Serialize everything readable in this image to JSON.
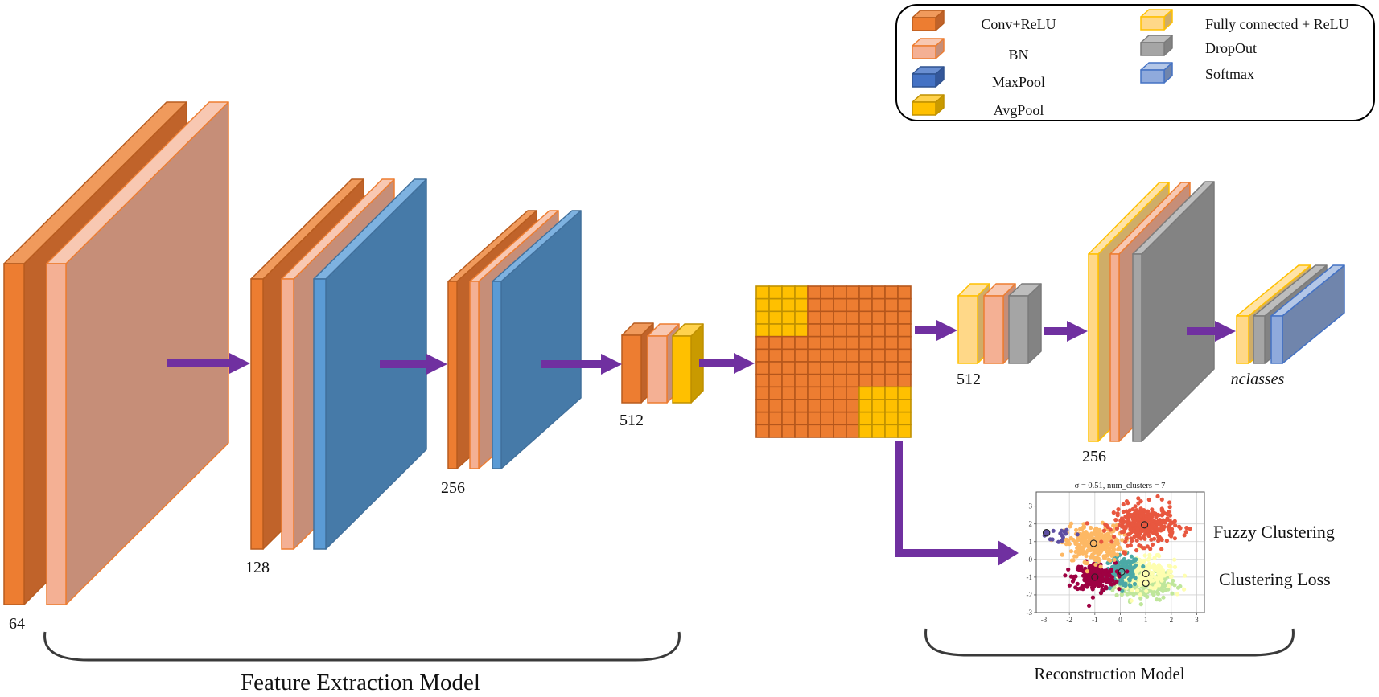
{
  "legend": {
    "items": [
      {
        "label": "Conv+ReLU",
        "type": "conv",
        "icon": "conv-relu-block-icon"
      },
      {
        "label": "BN",
        "type": "bn",
        "icon": "batchnorm-block-icon"
      },
      {
        "label": "MaxPool",
        "type": "maxpool",
        "icon": "maxpool-block-icon"
      },
      {
        "label": "AvgPool",
        "type": "avgpool",
        "icon": "avgpool-block-icon"
      },
      {
        "label": "Fully connected + ReLU",
        "type": "fc",
        "icon": "fully-connected-block-icon"
      },
      {
        "label": "DropOut",
        "type": "dropout",
        "icon": "dropout-block-icon"
      },
      {
        "label": "Softmax",
        "type": "softmax",
        "icon": "softmax-block-icon"
      }
    ]
  },
  "colors": {
    "conv": {
      "front": "#ed7d31",
      "side": "#c0632a",
      "top": "#f09a5c",
      "stroke": "#b85c1f"
    },
    "bn": {
      "front": "#f4b094",
      "side": "#c68e78",
      "top": "#f8c8b2",
      "stroke": "#ed7d31"
    },
    "maxpool": {
      "front": "#5b9bd5",
      "side": "#467aa8",
      "top": "#7eb2e0",
      "stroke": "#41709c"
    },
    "maxpool_legend": {
      "front": "#4472c4",
      "side": "#34579a",
      "top": "#6a8fd2",
      "stroke": "#2f528f"
    },
    "avgpool": {
      "front": "#ffc000",
      "side": "#c99a00",
      "top": "#ffd24d",
      "stroke": "#bf9000"
    },
    "fc": {
      "front": "#ffd888",
      "side": "#cfad68",
      "top": "#ffe3a6",
      "stroke": "#ffc000"
    },
    "dropout": {
      "front": "#a5a5a5",
      "side": "#838383",
      "top": "#bdbdbd",
      "stroke": "#7b7b7b"
    },
    "softmax": {
      "front": "#8faadc",
      "side": "#7085ac",
      "top": "#b4c7e7",
      "stroke": "#4472c4"
    },
    "arrow": "#7030a0",
    "grid_orange": "#ed7d31",
    "grid_yellow": "#ffc000"
  },
  "network": {
    "groups": [
      {
        "id": "stage-64",
        "label": "64",
        "layers": [
          "conv",
          "bn"
        ]
      },
      {
        "id": "stage-128",
        "label": "128",
        "layers": [
          "conv",
          "bn",
          "maxpool"
        ]
      },
      {
        "id": "stage-256",
        "label": "256",
        "layers": [
          "conv",
          "bn",
          "maxpool"
        ]
      },
      {
        "id": "stage-512",
        "label": "512",
        "layers": [
          "conv",
          "bn",
          "avgpool"
        ]
      },
      {
        "id": "feature-grid",
        "label": "",
        "layers": [
          "grid"
        ]
      },
      {
        "id": "fc-512",
        "label": "512",
        "layers": [
          "fc",
          "bn",
          "dropout"
        ]
      },
      {
        "id": "fc-256",
        "label": "256",
        "layers": [
          "fc",
          "bn",
          "dropout"
        ]
      },
      {
        "id": "output",
        "label": "nclasses",
        "layers": [
          "fc",
          "dropout",
          "softmax"
        ]
      }
    ],
    "feature_grid": {
      "rows": 12,
      "cols": 12,
      "highlight_blocks": [
        {
          "row_start": 0,
          "col_start": 0,
          "size": 4
        },
        {
          "row_start": 8,
          "col_start": 8,
          "size": 4
        }
      ]
    }
  },
  "labels": {
    "feature_extraction": "Feature Extraction Model",
    "reconstruction": "Reconstruction Model",
    "fuzzy_clustering": "Fuzzy Clustering",
    "clustering_loss": "Clustering Loss"
  },
  "chart_data": {
    "type": "scatter",
    "title": "σ = 0.51, num_clusters = 7",
    "xlabel": "",
    "ylabel": "",
    "xlim": [
      -3.3,
      3.3
    ],
    "ylim": [
      -3,
      3.8
    ],
    "xticks": [
      -3,
      -2,
      -1,
      0,
      1,
      2,
      3
    ],
    "yticks": [
      -3,
      -2,
      -1,
      0,
      1,
      2,
      3
    ],
    "grid": true,
    "clusters": [
      {
        "name": "cluster-red",
        "color": "#e8573f",
        "center": [
          0.95,
          1.95
        ],
        "spread": [
          0.6,
          0.55
        ],
        "count": 330
      },
      {
        "name": "cluster-orange",
        "color": "#fdb864",
        "center": [
          -1.05,
          0.9
        ],
        "spread": [
          0.55,
          0.5
        ],
        "count": 300
      },
      {
        "name": "cluster-maroon",
        "color": "#9e0142",
        "center": [
          -1.0,
          -1.0
        ],
        "spread": [
          0.4,
          0.4
        ],
        "count": 200
      },
      {
        "name": "cluster-teal",
        "color": "#4ba9a6",
        "center": [
          0.05,
          -0.7
        ],
        "spread": [
          0.35,
          0.45
        ],
        "count": 150
      },
      {
        "name": "cluster-yellow",
        "color": "#fefeb0",
        "center": [
          1.0,
          -0.8
        ],
        "spread": [
          0.55,
          0.45
        ],
        "count": 180
      },
      {
        "name": "cluster-green",
        "color": "#bfe69b",
        "center": [
          1.0,
          -1.35
        ],
        "spread": [
          0.6,
          0.45
        ],
        "count": 190
      },
      {
        "name": "cluster-purple",
        "color": "#5e4fa2",
        "center": [
          -2.3,
          1.4
        ],
        "spread": [
          0.3,
          0.3
        ],
        "count": 14
      }
    ],
    "centroids": [
      {
        "x": 0.95,
        "y": 1.95
      },
      {
        "x": -1.05,
        "y": 0.9
      },
      {
        "x": -1.0,
        "y": -1.0
      },
      {
        "x": 0.05,
        "y": -0.7
      },
      {
        "x": 1.0,
        "y": -0.8
      },
      {
        "x": 1.0,
        "y": -1.35
      },
      {
        "x": -2.9,
        "y": 1.5,
        "filled": true
      }
    ]
  }
}
